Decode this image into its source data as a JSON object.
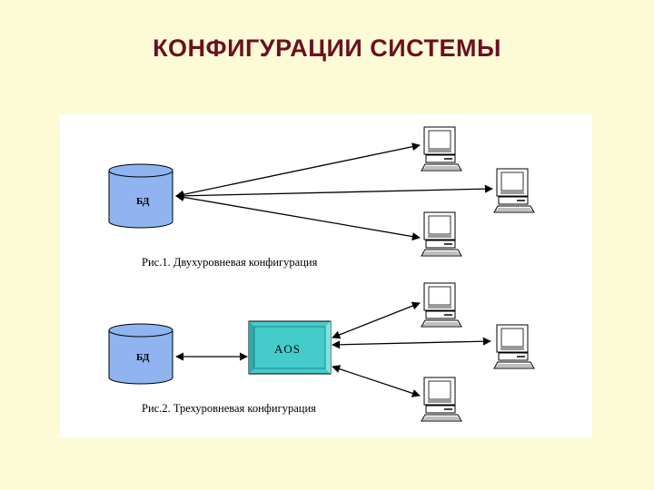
{
  "slide": {
    "title": "КОНФИГУРАЦИИ СИСТЕМЫ"
  },
  "figure1": {
    "db_label": "БД",
    "caption": "Рис.1. Двухуровневая конфигурация",
    "clients": 3
  },
  "figure2": {
    "db_label": "БД",
    "server_label": "AOS",
    "caption": "Рис.2. Трехуровневая конфигурация",
    "clients": 3
  },
  "colors": {
    "background": "#fdfbd6",
    "title": "#6b1020",
    "database": "#8fb4f0",
    "server": "#44cccc"
  }
}
